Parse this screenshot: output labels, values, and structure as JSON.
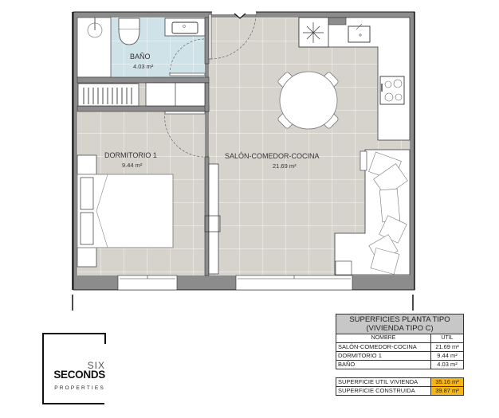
{
  "plan": {
    "rooms": [
      {
        "name": "BAÑO",
        "area": "4.03 m²"
      },
      {
        "name": "DORMITORIO 1",
        "area": "9.44 m²"
      },
      {
        "name": "SALÓN-COMEDOR-COCINA",
        "area": "21.69 m²"
      }
    ],
    "colors": {
      "wall": "#8c8c8c",
      "floor_tile": "#d6d3cd",
      "bath_tile": "#cfe2e8",
      "tile_grid": "#f2f0ec",
      "outline": "#1a1a1a"
    }
  },
  "table": {
    "title_line1": "SUPERFICIES PLANTA TIPO",
    "title_line2": "(VIVIENDA TIPO C)",
    "col_name": "NOMBRE",
    "col_util": "ÚTIL",
    "rows": [
      {
        "name": "SALÓN-COMEDOR-COCINA",
        "value": "21.69 m²"
      },
      {
        "name": "DORMITORIO 1",
        "value": "9.44 m²"
      },
      {
        "name": "BAÑO",
        "value": "4.03 m²"
      }
    ],
    "totals": [
      {
        "name": "SUPERFICIE UTIL VIVIENDA",
        "value": "35.16 m²"
      },
      {
        "name": "SUPERFICIE CONSTRUIDA",
        "value": "39.87 m²"
      }
    ],
    "header_color": "#c7c7c7",
    "highlight_color": "#f6b619"
  },
  "logo": {
    "line1": "SIX",
    "line2": "SECONDS",
    "line3": "PROPERTIES"
  }
}
